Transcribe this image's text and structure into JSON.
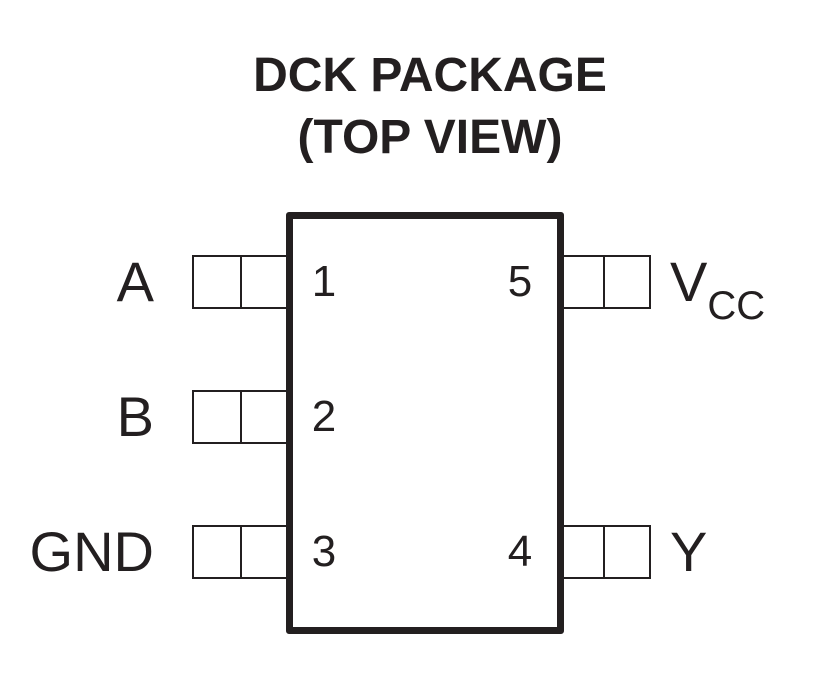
{
  "title": {
    "line1": "DCK PACKAGE",
    "line2": "(TOP VIEW)"
  },
  "pins": {
    "p1": {
      "number": "1",
      "signal": "A"
    },
    "p2": {
      "number": "2",
      "signal": "B"
    },
    "p3": {
      "number": "3",
      "signal": "GND"
    },
    "p4": {
      "number": "4",
      "signal": "Y"
    },
    "p5": {
      "number": "5",
      "signal_main": "V",
      "signal_sub": "CC"
    }
  }
}
